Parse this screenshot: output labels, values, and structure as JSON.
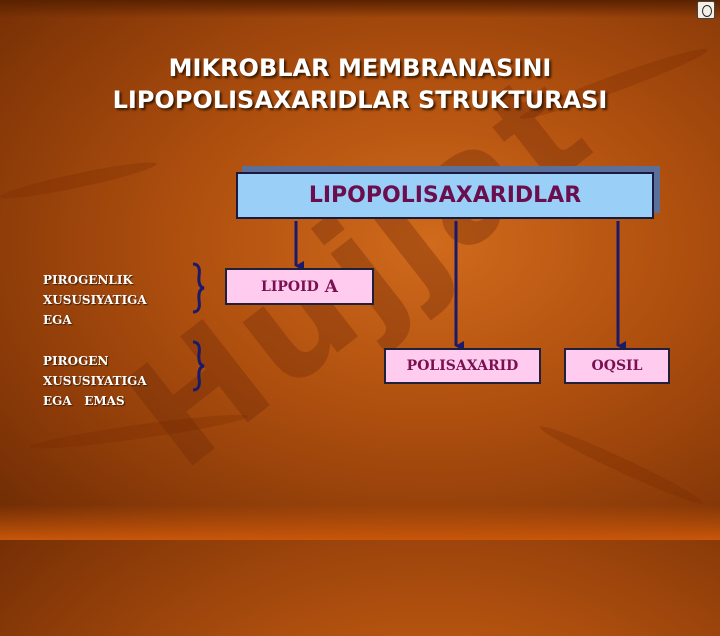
{
  "title": {
    "line1": "MIKROBLAR MEMBRANASINI",
    "line2": "LIPOPOLISAXARIDLAR STRUKTURASI"
  },
  "diagram": {
    "root": "LIPOPOLISAXARIDLAR",
    "components": {
      "lipoid": {
        "label": "LIPOID",
        "suffix": "A"
      },
      "polisaxarid": {
        "label": "POLISAXARID"
      },
      "oqsil": {
        "label": "OQSIL"
      }
    },
    "side_labels": [
      {
        "lines": [
          "PIROGENLIK",
          "XUSUSIYATIGA",
          "EGA"
        ]
      },
      {
        "lines": [
          "PIROGEN",
          "XUSUSIYATIGA",
          "EGA   EMAS"
        ]
      }
    ]
  },
  "watermark": "Hujjat",
  "colors": {
    "root_box": "#9ad0f8",
    "component_box": "#ffccf0",
    "connector": "#1a1a6a",
    "text_accent": "#6a0e4e"
  },
  "icons": {
    "nav": "navigation-icon"
  }
}
